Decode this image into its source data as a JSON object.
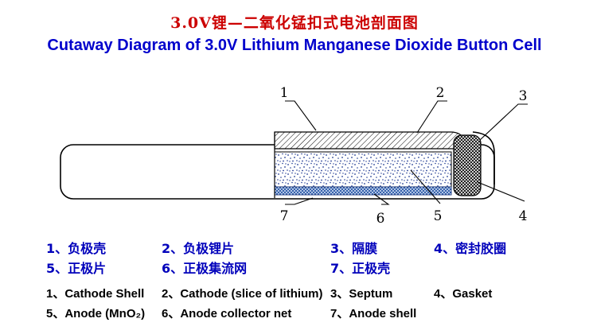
{
  "titles": {
    "zh": "3.0V锂—二氧化锰扣式电池剖面图",
    "en": "Cutaway Diagram of 3.0V Lithium Manganese Dioxide Button Cell"
  },
  "callouts": {
    "n1": "1",
    "n2": "2",
    "n3": "3",
    "n4": "4",
    "n5": "5",
    "n6": "6",
    "n7": "7"
  },
  "legend": {
    "zh_rows": [
      [
        "1、负极壳",
        "2、负极锂片",
        "3、隔膜",
        "4、密封胶圈"
      ],
      [
        "5、正极片",
        "6、正极集流网",
        "7、正极壳"
      ]
    ],
    "en_rows": [
      [
        "1、Cathode Shell",
        "2、Cathode (slice of lithium)",
        "3、Septum",
        "4、Gasket"
      ],
      [
        "5、Anode (MnO₂)",
        "6、Anode collector net",
        "7、Anode shell"
      ]
    ]
  },
  "parts": [
    {
      "num": "1",
      "zh": "负极壳",
      "en": "Cathode Shell"
    },
    {
      "num": "2",
      "zh": "负极锂片",
      "en": "Cathode (slice of lithium)"
    },
    {
      "num": "3",
      "zh": "隔膜",
      "en": "Septum"
    },
    {
      "num": "4",
      "zh": "密封胶圈",
      "en": "Gasket"
    },
    {
      "num": "5",
      "zh": "正极片",
      "en": "Anode (MnO₂)"
    },
    {
      "num": "6",
      "zh": "正极集流网",
      "en": "Anode collector net"
    },
    {
      "num": "7",
      "zh": "正极壳",
      "en": "Anode shell"
    }
  ],
  "colors": {
    "title_zh": "#cc0000",
    "title_en": "#0000cc",
    "legend_zh": "#0000bb",
    "legend_en": "#000000",
    "outline": "#000000",
    "mno2_dots": "#1f3a93",
    "collector_net": "#1f4fa0"
  }
}
